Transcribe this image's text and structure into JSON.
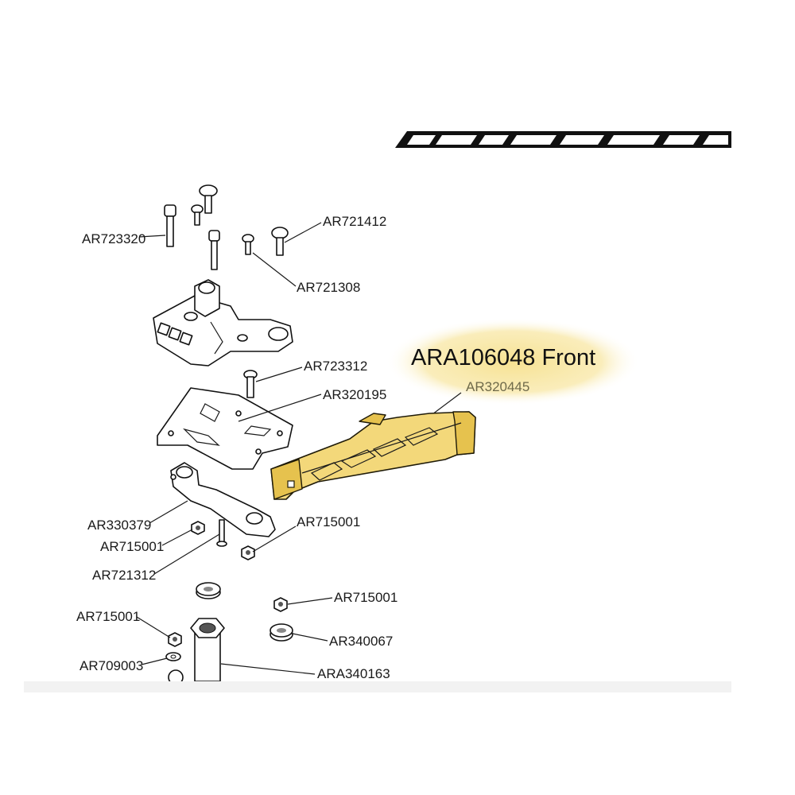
{
  "title": "ARA106048 Front",
  "highlight_part": "AR320445",
  "highlight_color": "#f6e08c",
  "labels": {
    "ar723320": "AR723320",
    "ar721412": "AR721412",
    "ar721308": "AR721308",
    "ar723312": "AR723312",
    "ar320195": "AR320195",
    "ar330379": "AR330379",
    "ar715001_a": "AR715001",
    "ar715001_b": "AR715001",
    "ar721312": "AR721312",
    "ar715001_c": "AR715001",
    "ar715001_d": "AR715001",
    "ar340067": "AR340067",
    "ar709003": "AR709003",
    "ara340163": "ARA340163"
  }
}
